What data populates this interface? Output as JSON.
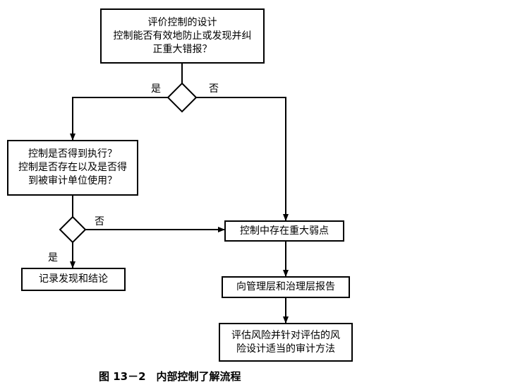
{
  "nodes": {
    "evaluate_design": [
      "评价控制的设计",
      "控制能否有效地防止或发现并纠",
      "正重大错报？"
    ],
    "executed_check": [
      "控制是否得到执行？",
      "控制是否存在以及是否得",
      "到被审计单位使用？"
    ],
    "record_findings": "记录发现和结论",
    "significant_weakness": "控制中存在重大弱点",
    "report_management": "向管理层和治理层报告",
    "assess_risk": [
      "评估风险并针对评估的风",
      "险设计适当的审计方法"
    ]
  },
  "labels": {
    "yes_1": "是",
    "no_1": "否",
    "no_2": "否",
    "yes_2": "是"
  },
  "caption": "图 13－2　内部控制了解流程"
}
